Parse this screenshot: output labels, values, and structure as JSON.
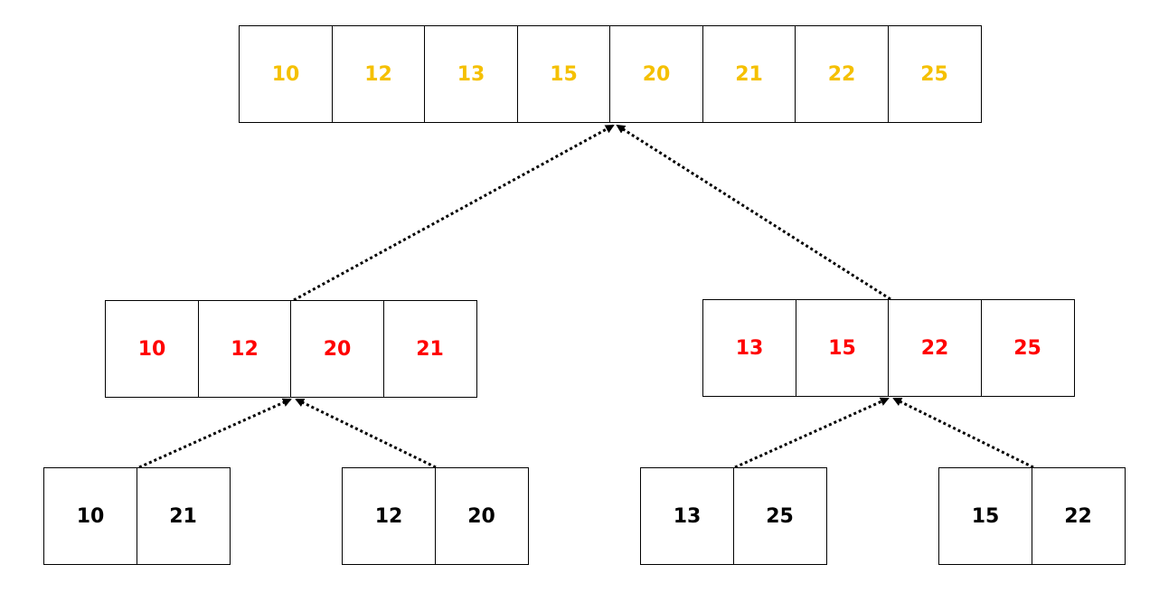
{
  "diagram": {
    "merged": {
      "values": [
        "10",
        "12",
        "13",
        "15",
        "20",
        "21",
        "22",
        "25"
      ],
      "text_color": "#f5c000"
    },
    "level1_left": {
      "values": [
        "10",
        "12",
        "20",
        "21"
      ],
      "text_color": "#ff0000"
    },
    "level1_right": {
      "values": [
        "13",
        "15",
        "22",
        "25"
      ],
      "text_color": "#ff0000"
    },
    "leaf_1": {
      "values": [
        "10",
        "21"
      ],
      "text_color": "#000000"
    },
    "leaf_2": {
      "values": [
        "12",
        "20"
      ],
      "text_color": "#000000"
    },
    "leaf_3": {
      "values": [
        "13",
        "25"
      ],
      "text_color": "#000000"
    },
    "leaf_4": {
      "values": [
        "15",
        "22"
      ],
      "text_color": "#000000"
    },
    "edge_style": "dotted-arrow"
  }
}
